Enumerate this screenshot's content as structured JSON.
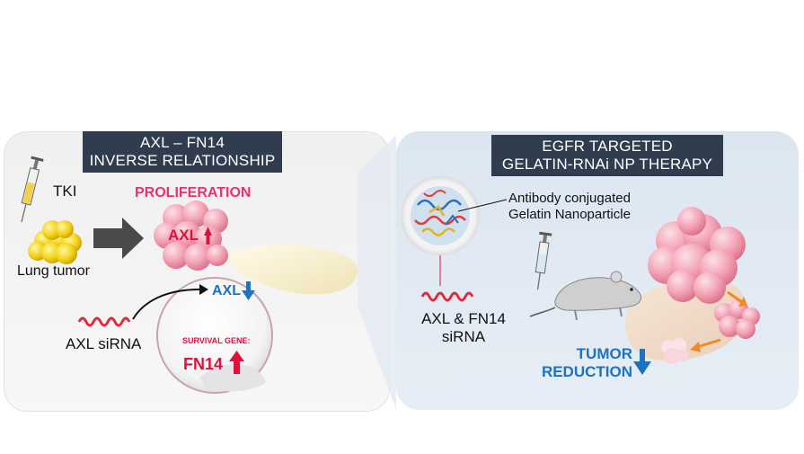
{
  "left_panel": {
    "title_line1": "AXL – FN14",
    "title_line2": "INVERSE RELATIONSHIP",
    "tki_label": "TKI",
    "proliferation_label": "PROLIFERATION",
    "axl_up_label": "AXL",
    "lung_tumor_label": "Lung tumor",
    "axl_down_label": "AXL",
    "axl_sirna_label": "AXL siRNA",
    "survival_gene_label": "SURVIVAL GENE:",
    "fn14_label": "FN14"
  },
  "right_panel": {
    "title_line1": "EGFR TARGETED",
    "title_line2": "GELATIN-RNAi NP THERAPY",
    "np_label_line1": "Antibody conjugated",
    "np_label_line2": "Gelatin Nanoparticle",
    "sirna_label_line1": "AXL & FN14",
    "sirna_label_line2": "siRNA",
    "tumor_label_line1": "TUMOR",
    "tumor_label_line2": "REDUCTION"
  },
  "colors": {
    "title_bg": "#2f3d4f",
    "pink_text": "#e8336d",
    "red_text": "#e0103c",
    "blue_text": "#1e73be",
    "tumor_pink": "#f3a6b8"
  }
}
